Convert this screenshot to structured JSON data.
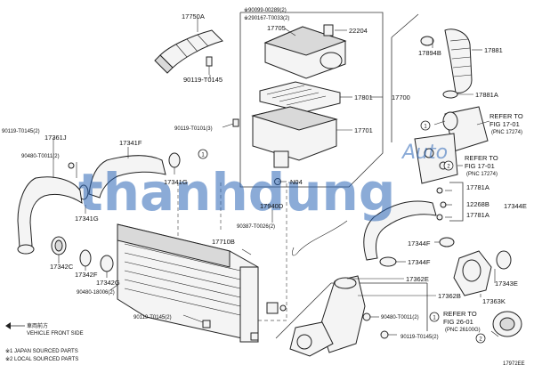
{
  "labels": {
    "l17750A": "17750A",
    "l90119_T0145_a": "90119-T0145",
    "l90099": "※90099-00289(2)",
    "l290167": "※290167-T0033(2)",
    "l17705": "17705",
    "l22204": "22204",
    "l17894B": "17894B",
    "l17881": "17881",
    "l17881A_a": "17881A",
    "l17801": "17801",
    "l17700": "17700",
    "l17701": "17701",
    "lRefer1701a": "REFER TO",
    "lFig1701a": "FIG 17-01",
    "lPnc17274a": "(PNC 17274)",
    "l90119_T0101": "90119-T0101(3)",
    "l90119_T0145_b": "90119-T0145(2)",
    "l17361J": "17361J",
    "l90480_T0011_a": "90480-T0011(2)",
    "l17341F": "17341F",
    "l17341G_a": "17341G",
    "l17341G_b": "17341G",
    "lN04": "N04",
    "lRefer1701b": "REFER TO",
    "lFig1701b": "FIG 17-01",
    "lPnc17274b": "(PNC 17274)",
    "l17781A_b": "17781A",
    "l12268B": "12268B",
    "l17781A_c": "17781A",
    "l17344E": "17344E",
    "l17940D": "17940D",
    "l90387": "90387-T0026(2)",
    "l17710B": "17710B",
    "l17344F_a": "17344F",
    "l17344F_b": "17344F",
    "l17342C": "17342C",
    "l17342F": "17342F",
    "l17342G": "17342G",
    "l90480_18006": "90480-18006(2)",
    "l17362E": "17362E",
    "l17343E": "17343E",
    "l17362B": "17362B",
    "l17363K": "17363K",
    "l90119_T0145_c": "90119-T0145(2)",
    "l90480_T0011_b": "90480-T0011(2)",
    "lRefer2601": "REFER TO",
    "lFig2601": "FIG 26-01",
    "lPnc26100": "(PNC 26100G)",
    "l90119_T0145_d": "90119-T0145(2)",
    "lVehicleJp": "車両前方",
    "lVehicleFront": "VEHICLE FRONT SIDE",
    "lJapanSourced": "※1 JAPAN SOURCED PARTS",
    "lLocalSourced": "※2 LOCAL SOURCED PARTS",
    "lFigCode": "17972EE",
    "c1a": "1",
    "c1b": "1",
    "c2a": "2",
    "c1c": "1",
    "c2b": "2"
  },
  "watermark": {
    "main": "thanhdung",
    "auto": "Auto"
  },
  "colors": {
    "line": "#222222",
    "watermark": "#2b66b6",
    "background": "#ffffff"
  }
}
